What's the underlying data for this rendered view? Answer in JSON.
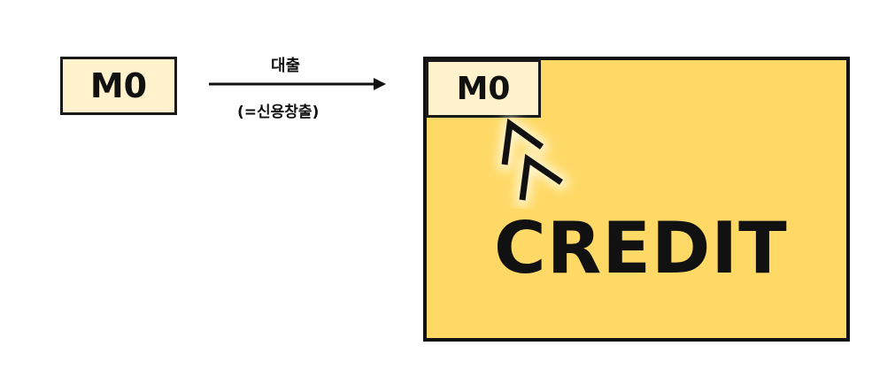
{
  "source_box": {
    "label": "M0"
  },
  "arrow": {
    "label_top": "대출",
    "label_bottom": "(=신용창출)"
  },
  "credit_panel": {
    "inner_box_label": "M0",
    "title": "CREDIT"
  },
  "colors": {
    "m0_fill": "#fff2cc",
    "credit_fill": "#ffd966",
    "stroke": "#111111"
  }
}
